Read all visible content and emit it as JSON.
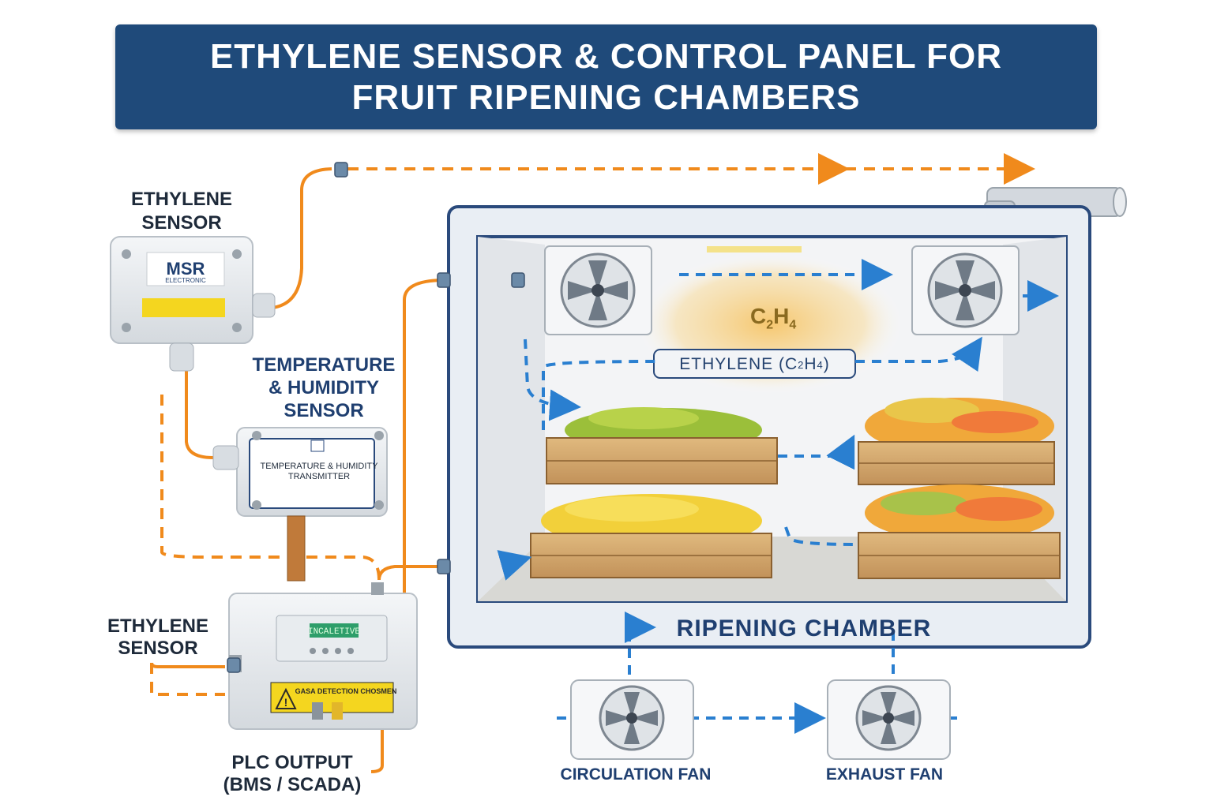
{
  "title": {
    "line1": "ETHYLENE SENSOR & CONTROL PANEL FOR",
    "line2": "FRUIT RIPENING CHAMBERS"
  },
  "labels": {
    "ethylene_sensor_top_1": "ETHYLENE",
    "ethylene_sensor_top_2": "SENSOR",
    "temp_humidity_1": "TEMPERATURE",
    "temp_humidity_2": "& HUMIDITY",
    "temp_humidity_3": "SENSOR",
    "ethylene_sensor_bottom_1": "ETHYLENE",
    "ethylene_sensor_bottom_2": "SENSOR",
    "plc_output_1": "PLC OUTPUT",
    "plc_output_2": "(BMS / SCADA)",
    "ripening_chamber": "RIPENING CHAMBER",
    "circulation_fan": "CIRCULATION FAN",
    "exhaust_fan": "EXHAUST FAN",
    "c2h4_main": "C",
    "c2h4_sub1": "2",
    "c2h4_h": "H",
    "c2h4_sub2": "4",
    "ethylene_tag_text": "ETHYLENE (C",
    "ethylene_tag_sub": "2",
    "ethylene_tag_end": "H",
    "ethylene_tag_sub2": "4",
    "ethylene_tag_close": ")"
  },
  "devices": {
    "msr_brand": "MSR",
    "msr_sub": "ELECTRONIC",
    "transmitter_label_1": "TEMPERATURE & HUMIDITY",
    "transmitter_label_2": "TRANSMITTER",
    "controller_display": "INCALETIVE",
    "controller_warning": "GASA DETECTION CHOSMEN"
  },
  "colors": {
    "banner": "#1f4a7a",
    "orange_wire": "#f08a1c",
    "blue_flow": "#2a7fd0",
    "chamber_border": "#2a4a7c"
  },
  "icons": [
    "fan-icon",
    "warning-icon",
    "pipe-icon",
    "arrow-icon"
  ]
}
